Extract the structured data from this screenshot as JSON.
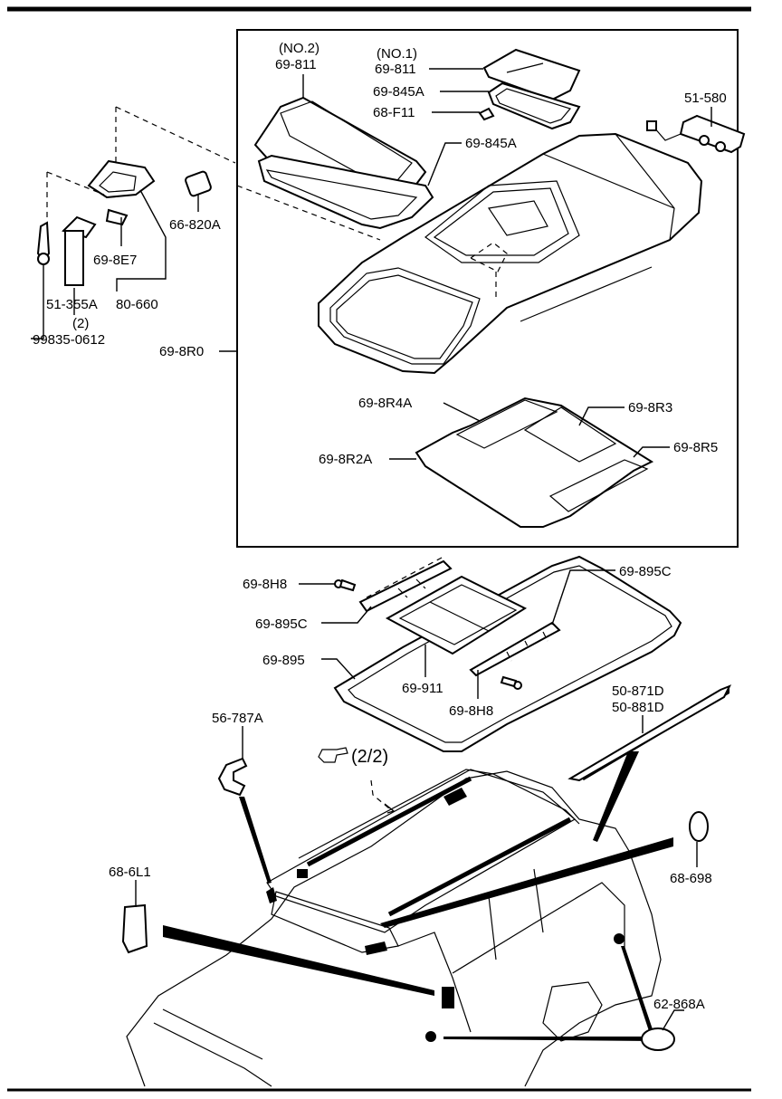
{
  "labels": {
    "no2": "(NO.2)",
    "p69_811_a": "69-811",
    "no1": "(NO.1)",
    "p69_811_b": "69-811",
    "p69_845A_a": "69-845A",
    "p68_F11": "68-F11",
    "p69_845A_b": "69-845A",
    "p51_580": "51-580",
    "p66_820A": "66-820A",
    "p69_8E7": "69-8E7",
    "p51_355A": "51-355A",
    "p80_660": "80-660",
    "qty2": "(2)",
    "p99835_0612": "99835-0612",
    "p69_8R0": "69-8R0",
    "p69_8R4A": "69-8R4A",
    "p69_8R3": "69-8R3",
    "p69_8R2A": "69-8R2A",
    "p69_8R5": "69-8R5",
    "p69_8H8_a": "69-8H8",
    "p69_895C_a": "69-895C",
    "p69_895C_b": "69-895C",
    "p69_895": "69-895",
    "p69_911": "69-911",
    "p69_8H8_b": "69-8H8",
    "p50_871D": "50-871D",
    "p50_881D": "50-881D",
    "p56_787A": "56-787A",
    "ref_2_2": "(2/2)",
    "p68_6L1": "68-6L1",
    "p68_698": "68-698",
    "p62_868A": "62-868A"
  },
  "icons": {
    "pointing_hand": "pointing-hand-icon"
  }
}
